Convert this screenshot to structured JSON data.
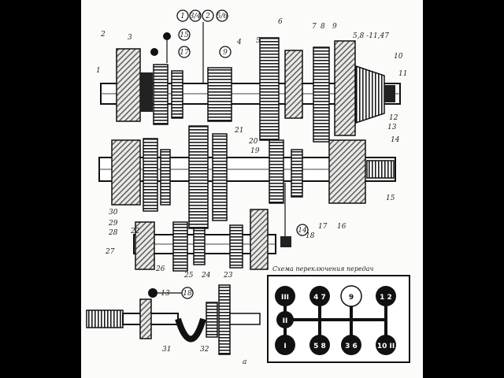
{
  "callouts": [
    {
      "id": "c1",
      "text": "1"
    },
    {
      "id": "c2",
      "text": "2"
    },
    {
      "id": "c3",
      "text": "3"
    },
    {
      "id": "c4",
      "text": "4"
    },
    {
      "id": "c5",
      "text": "5"
    },
    {
      "id": "c6",
      "text": "6"
    },
    {
      "id": "c7",
      "text": "7"
    },
    {
      "id": "c8",
      "text": "8"
    },
    {
      "id": "c9",
      "text": "9"
    },
    {
      "id": "c10",
      "text": "10"
    },
    {
      "id": "c11",
      "text": "11"
    },
    {
      "id": "c12",
      "text": "12"
    },
    {
      "id": "c13",
      "text": "13"
    },
    {
      "id": "c14",
      "text": "14"
    },
    {
      "id": "c15",
      "text": "15"
    },
    {
      "id": "c16",
      "text": "16"
    },
    {
      "id": "c17",
      "text": "17"
    },
    {
      "id": "c18",
      "text": "18"
    },
    {
      "id": "c19",
      "text": "19"
    },
    {
      "id": "c20",
      "text": "20"
    },
    {
      "id": "c21",
      "text": "21"
    },
    {
      "id": "c22",
      "text": "22"
    },
    {
      "id": "c23",
      "text": "23"
    },
    {
      "id": "c24",
      "text": "24"
    },
    {
      "id": "c25",
      "text": "25"
    },
    {
      "id": "c26",
      "text": "26"
    },
    {
      "id": "c27",
      "text": "27"
    },
    {
      "id": "c28",
      "text": "28"
    },
    {
      "id": "c29",
      "text": "29"
    },
    {
      "id": "c30",
      "text": "30"
    },
    {
      "id": "c31",
      "text": "31"
    },
    {
      "id": "c32",
      "text": "32"
    }
  ],
  "flow_markers": [
    {
      "id": "m1",
      "text": "1"
    },
    {
      "id": "m2",
      "text": "3/4"
    },
    {
      "id": "m3",
      "text": "2"
    },
    {
      "id": "m4",
      "text": "5/6"
    },
    {
      "id": "m5",
      "text": "15"
    },
    {
      "id": "m6",
      "text": "17"
    },
    {
      "id": "m7",
      "text": "9"
    },
    {
      "id": "m8",
      "text": "14"
    },
    {
      "id": "m9",
      "text": "13"
    },
    {
      "id": "m10",
      "text": "18"
    }
  ],
  "header_note": "5,8 -11,47",
  "figure_letter": "а",
  "shift_diagram": {
    "title": "Схема переключения передач",
    "positions": [
      {
        "id": "p-III",
        "text": "III",
        "style": "dark"
      },
      {
        "id": "p-47",
        "text": "4 7",
        "style": "dark"
      },
      {
        "id": "p-9",
        "text": "9",
        "style": "light"
      },
      {
        "id": "p-12",
        "text": "1 2",
        "style": "dark"
      },
      {
        "id": "p-II",
        "text": "II",
        "style": "dark"
      },
      {
        "id": "p-I",
        "text": "I",
        "style": "dark"
      },
      {
        "id": "p-58",
        "text": "5 8",
        "style": "dark"
      },
      {
        "id": "p-36",
        "text": "3 6",
        "style": "dark"
      },
      {
        "id": "p-10",
        "text": "10 II",
        "style": "dark"
      }
    ]
  }
}
